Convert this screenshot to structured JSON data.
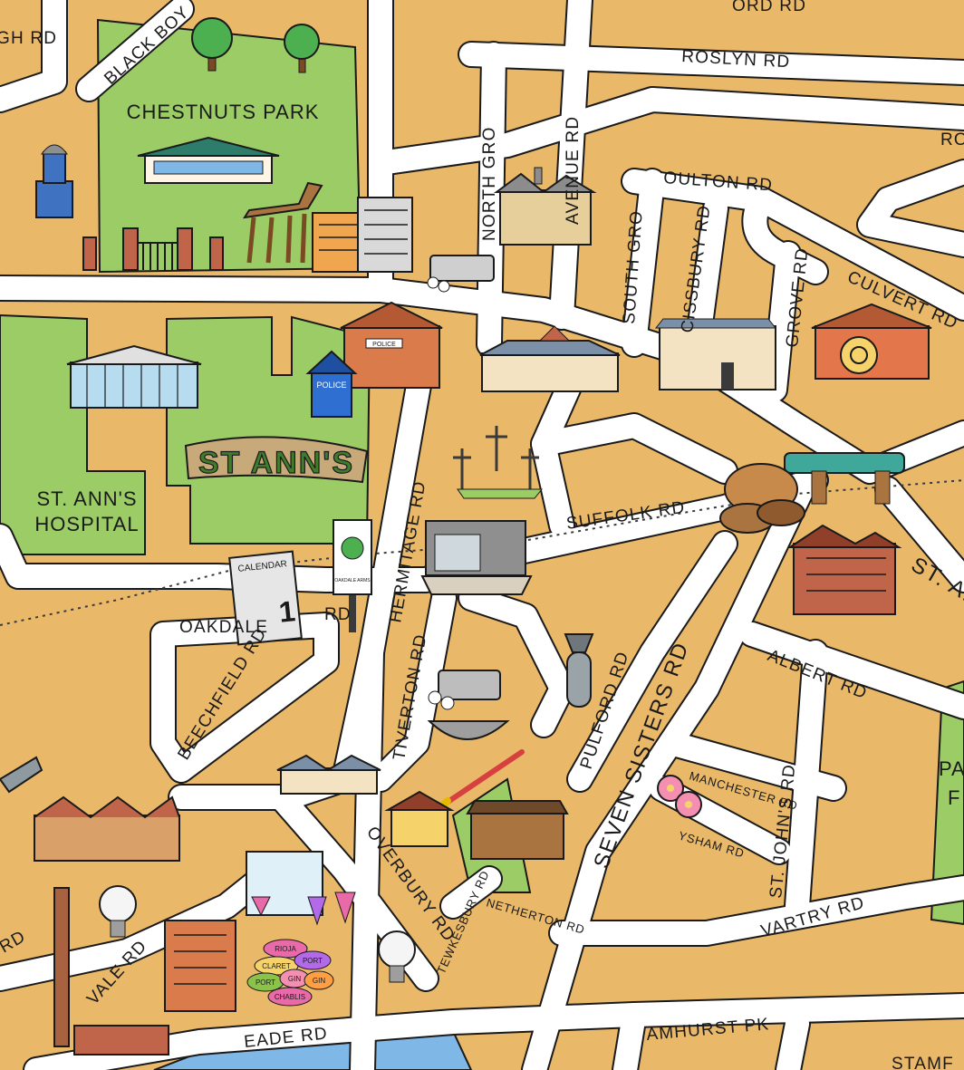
{
  "colors": {
    "land": "#e9b868",
    "park": "#9ccc65",
    "road": "#ffffff",
    "outline": "#1a1a1a",
    "water": "#7fb7e6"
  },
  "parks": {
    "chestnuts": "CHESTNUTS PARK",
    "hospital_line1": "ST. ANN'S",
    "hospital_line2": "HOSPITAL",
    "east_partial_1": "PA",
    "east_partial_2": "F"
  },
  "hedge_text": "ST ANN'S",
  "landmarks": {
    "police_sign": "POLICE",
    "police_station_sign": "POLICE",
    "calendar_title": "CALENDAR",
    "calendar_day": "1",
    "pub_sign": "OAKDALE ARMS",
    "candy_labels": [
      "RIOJA",
      "CLARET",
      "PORT",
      "PORT",
      "GIN",
      "GIN",
      "CHABLIS"
    ]
  },
  "roads": {
    "top_partial": "ORD RD",
    "left_top_partial": "GH RD",
    "black_boy": "BLACK BOY",
    "roslyn": "ROSLYN RD",
    "avenue": "AVENUE RD",
    "north_gro": "NORTH GRO",
    "right_top_partial": "RO",
    "oulton": "OULTON RD",
    "south_gro": "SOUTH GRO",
    "cissbury": "CISSBURY RD",
    "grove": "GROVE RD",
    "culvert": "CULVERT RD",
    "hermitage": "HERMITAGE RD",
    "suffolk": "SUFFOLK RD",
    "st_ann": "ST. AN",
    "oakdale": "OAKDALE",
    "oakdale_rd": "RD",
    "beechfield": "BEECHFIELD RD",
    "tiverton": "TIVERTON RD",
    "pulford": "PULFORD RD",
    "seven_sisters": "SEVEN SISTERS RD",
    "albert": "ALBERT RD",
    "manchester": "MANCHESTER RD",
    "lysham": "YSHAM RD",
    "st_johns": "ST. JOHN'S RD",
    "overbury": "OVERBURY RD",
    "tewkesbury": "TEWKESBURY RD",
    "netherton": "NETHERTON RD",
    "vartry": "VARTRY RD",
    "vale": "VALE RD",
    "eade": "EADE RD",
    "amhurst": "AMHURST PK",
    "stamford_partial": "STAMF",
    "left_mid_partial": "RD"
  }
}
